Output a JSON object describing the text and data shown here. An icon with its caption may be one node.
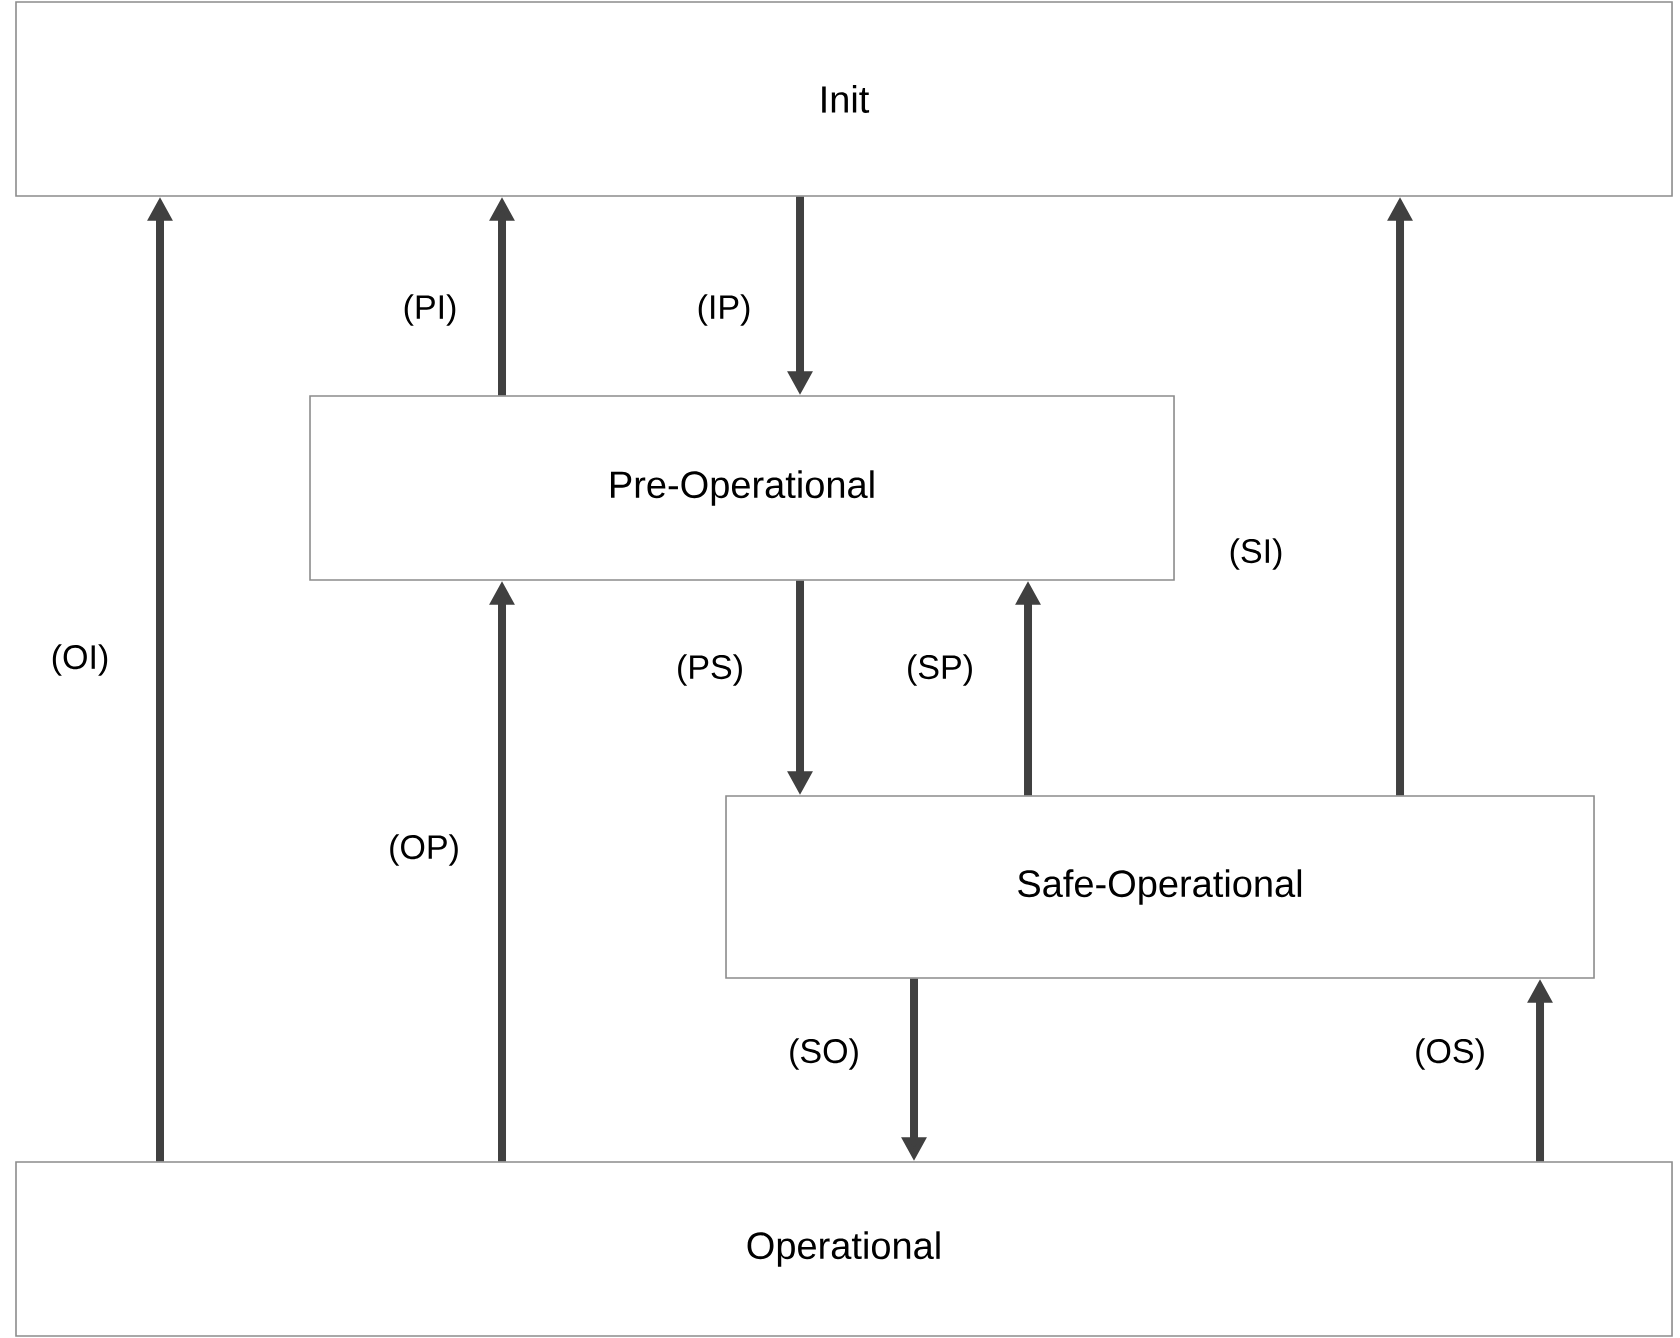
{
  "diagram": {
    "nodes": [
      {
        "text": [
          "Init"
        ]
      },
      {
        "text": [
          "Pre-Operational"
        ]
      },
      {
        "text": [
          "Safe-Operational"
        ]
      },
      {
        "text": [
          "Operational"
        ]
      }
    ],
    "edges": [
      {
        "from": 3,
        "to": 0,
        "arrow": "to",
        "label": "(OI)"
      },
      {
        "from": 1,
        "to": 0,
        "arrow": "to",
        "label": "(PI)"
      },
      {
        "from": 0,
        "to": 1,
        "arrow": "to",
        "label": "(IP)"
      },
      {
        "from": 2,
        "to": 0,
        "arrow": "to",
        "label": "(SI)"
      },
      {
        "from": 1,
        "to": 2,
        "arrow": "to",
        "label": "(PS)"
      },
      {
        "from": 2,
        "to": 1,
        "arrow": "to",
        "label": "(SP)"
      },
      {
        "from": 3,
        "to": 1,
        "arrow": "to",
        "label": "(OP)"
      },
      {
        "from": 2,
        "to": 3,
        "arrow": "to",
        "label": "(SO)"
      },
      {
        "from": 3,
        "to": 2,
        "arrow": "to",
        "label": "(OS)"
      }
    ]
  }
}
